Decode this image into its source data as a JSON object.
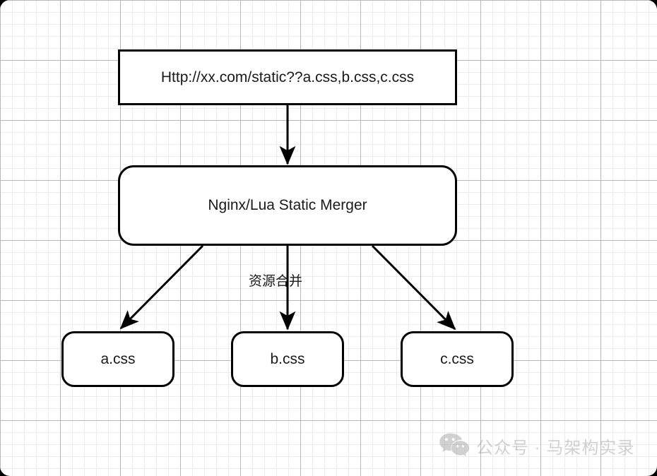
{
  "canvas": {
    "background": "#ffffff",
    "grid_minor_color": "#ececec",
    "grid_major_color": "#b8b8b8",
    "stroke_color": "#000000",
    "text_color": "#1a1a1a"
  },
  "diagram": {
    "nodes": {
      "request": {
        "label": "Http://xx.com/static??a.css,b.css,c.css",
        "shape": "rectangle"
      },
      "merger": {
        "label": "Nginx/Lua Static Merger",
        "shape": "rounded-rectangle"
      },
      "a_css": {
        "label": "a.css",
        "shape": "rounded-rectangle"
      },
      "b_css": {
        "label": "b.css",
        "shape": "rounded-rectangle"
      },
      "c_css": {
        "label": "c.css",
        "shape": "rounded-rectangle"
      }
    },
    "edges": {
      "request_to_merger": {
        "label": ""
      },
      "merger_to_a": {
        "label": ""
      },
      "merger_to_b": {
        "label": "资源合并"
      },
      "merger_to_c": {
        "label": ""
      }
    }
  },
  "watermark": {
    "icon": "wechat-icon",
    "text": "公众号 · 马架构实录",
    "color": "#9a9a9a"
  }
}
